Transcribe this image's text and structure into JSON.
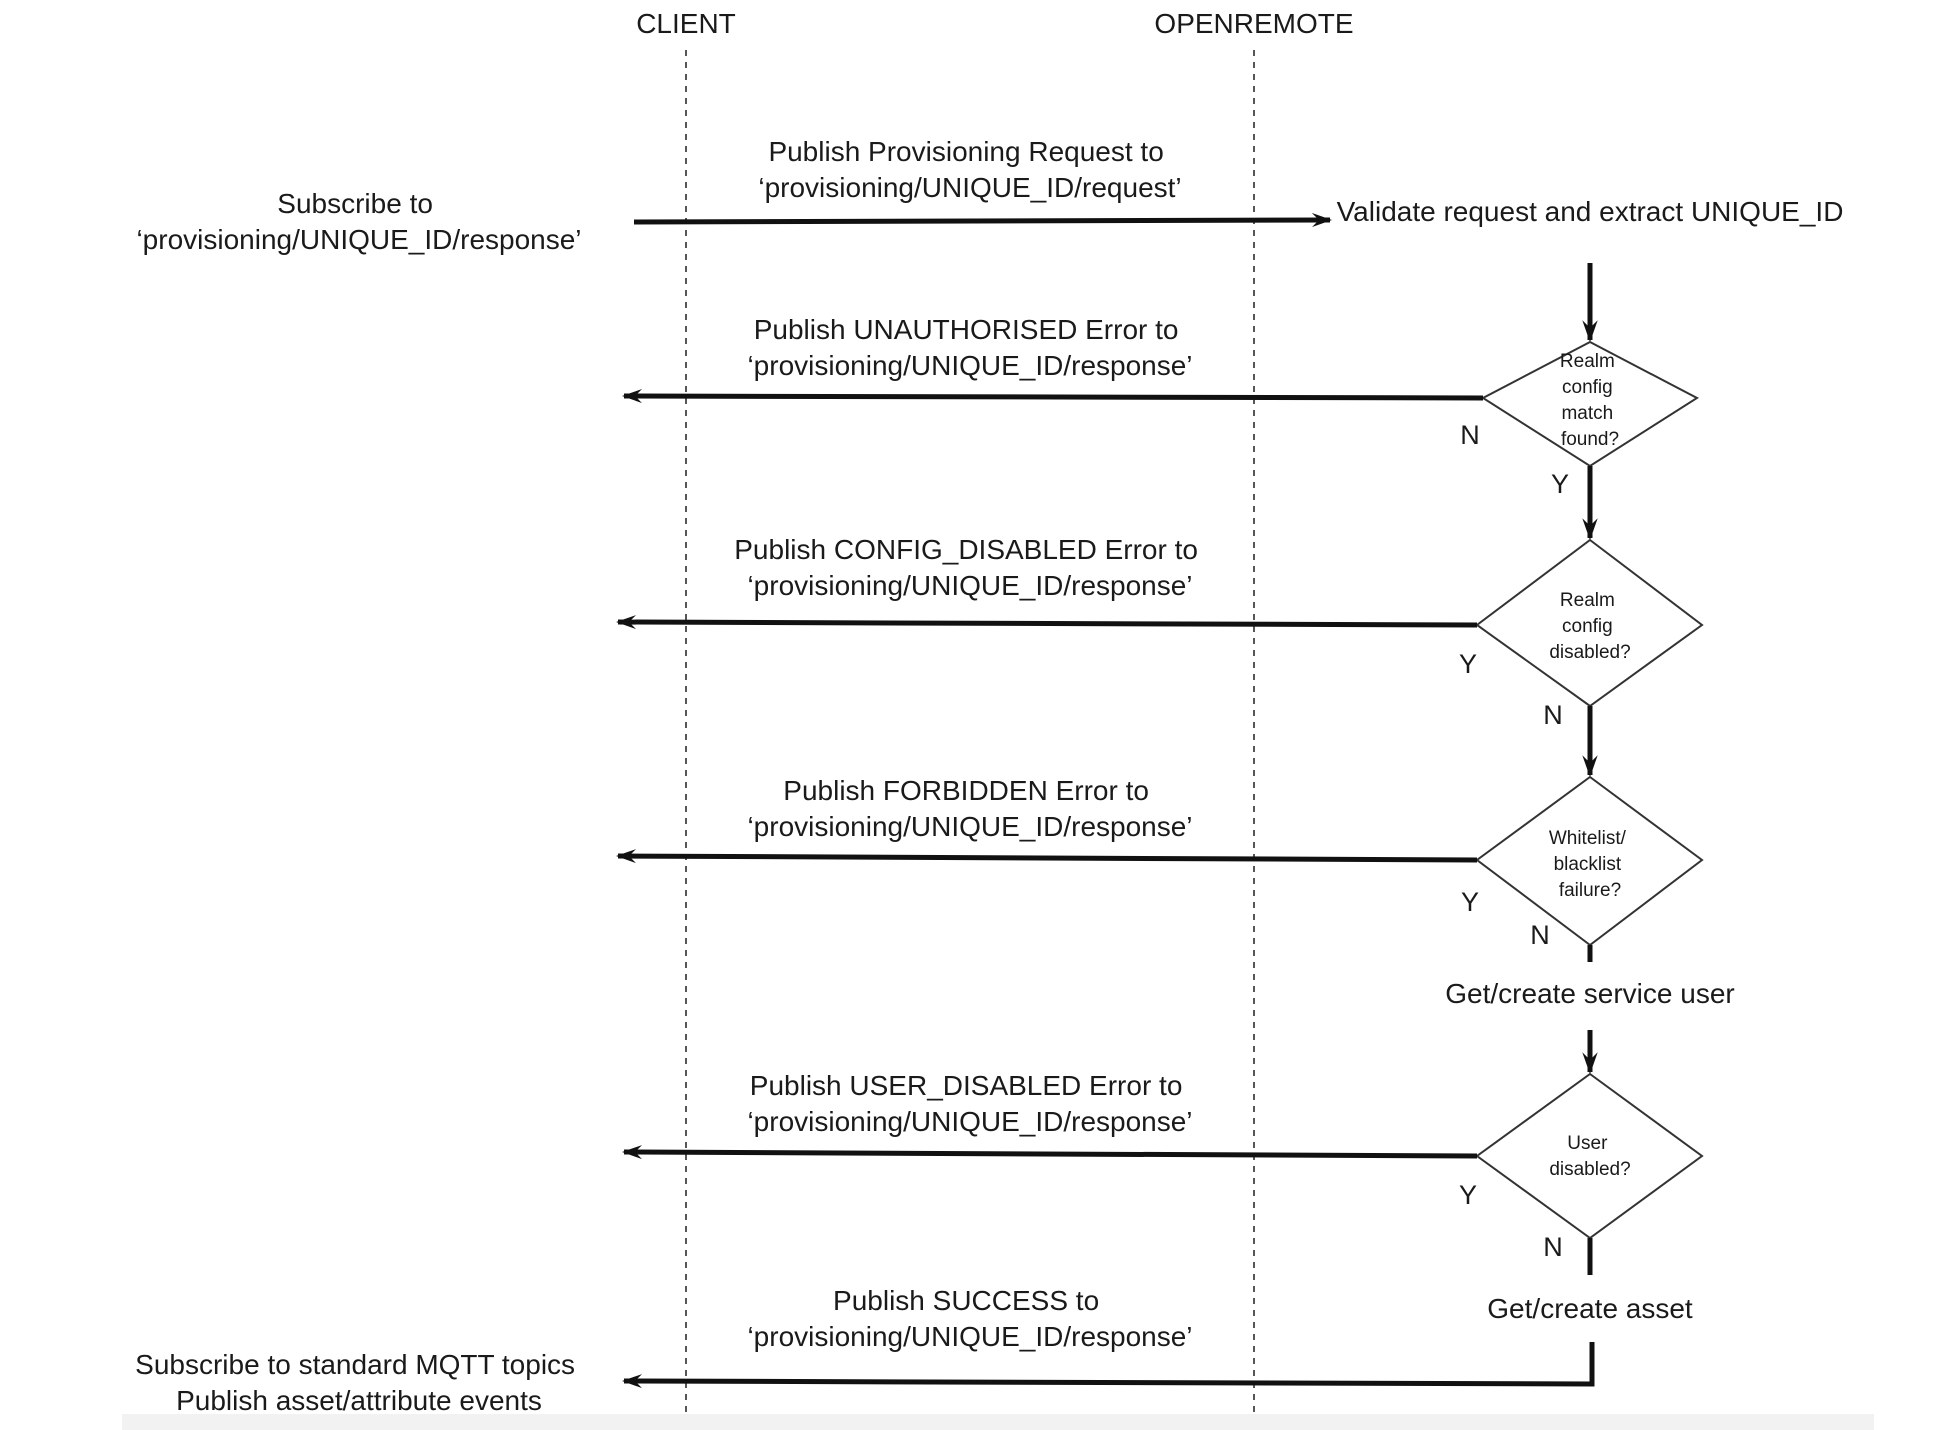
{
  "lanes": {
    "client": "CLIENT",
    "openremote": "OPENREMOTE"
  },
  "client_steps": {
    "subscribe": [
      "Subscribe to",
      "‘provisioning/UNIQUE_ID/response’"
    ],
    "final": [
      "Subscribe to standard MQTT topics",
      "Publish asset/attribute events"
    ]
  },
  "messages": {
    "request": [
      "Publish Provisioning Request to",
      "‘provisioning/UNIQUE_ID/request’"
    ],
    "unauthorised": [
      "Publish UNAUTHORISED Error to",
      "‘provisioning/UNIQUE_ID/response’"
    ],
    "config_disabled": [
      "Publish CONFIG_DISABLED Error to",
      "‘provisioning/UNIQUE_ID/response’"
    ],
    "forbidden": [
      "Publish FORBIDDEN Error to",
      "‘provisioning/UNIQUE_ID/response’"
    ],
    "user_disabled": [
      "Publish USER_DISABLED Error to",
      "‘provisioning/UNIQUE_ID/response’"
    ],
    "success": [
      "Publish SUCCESS to",
      "‘provisioning/UNIQUE_ID/response’"
    ]
  },
  "server_steps": {
    "validate": "Validate request and extract UNIQUE_ID",
    "service_user": "Get/create service user",
    "asset": "Get/create asset"
  },
  "decisions": {
    "realm_match": [
      "Realm",
      "config",
      "match",
      "found?"
    ],
    "realm_disabled": [
      "Realm",
      "config",
      "disabled?"
    ],
    "whitelist": [
      "Whitelist/",
      "blacklist",
      "failure?"
    ],
    "user_disabled": [
      "User",
      "disabled?"
    ]
  },
  "branch_labels": {
    "yes": "Y",
    "no": "N"
  },
  "colors": {
    "line": "#111111",
    "text": "#1a1a1a",
    "lifeline": "#444444"
  }
}
